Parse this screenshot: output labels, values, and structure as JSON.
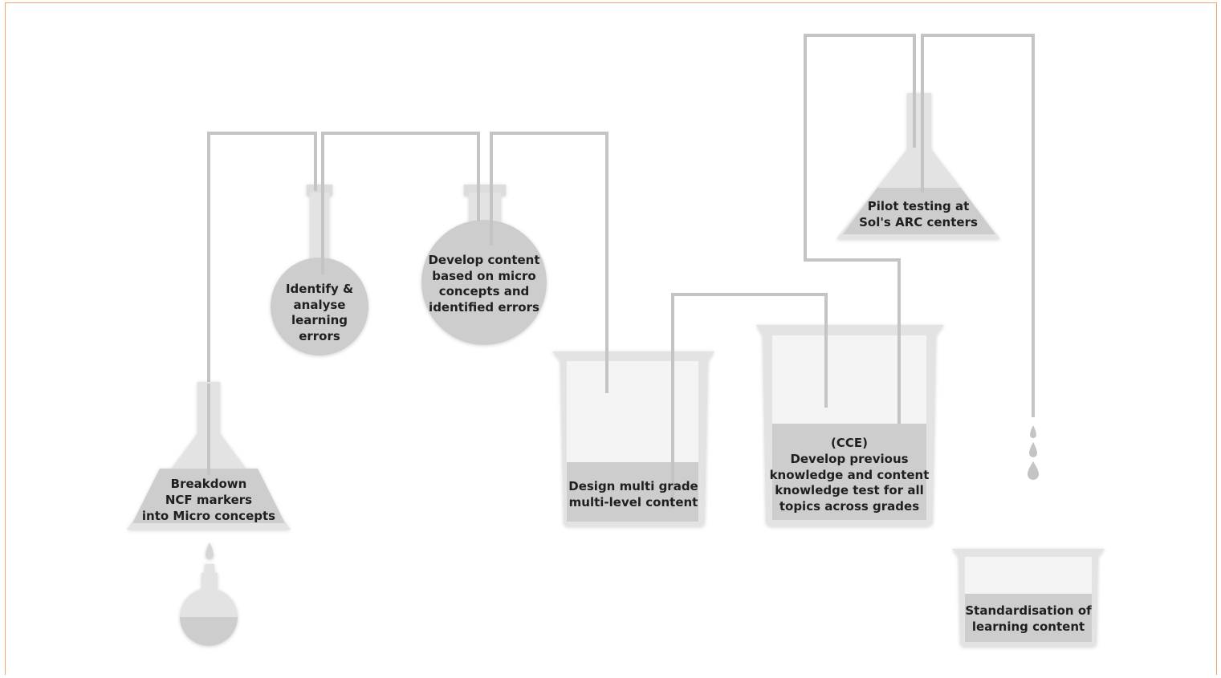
{
  "colors": {
    "border": "#f2a56a",
    "glass": "#e3e3e3",
    "liquid": "#cdcdcd",
    "pipe": "#c4c4c4",
    "text": "#1f1f1f"
  },
  "steps": {
    "breakdown": [
      "Breakdown",
      "NCF markers",
      "into Micro concepts"
    ],
    "identify": [
      "Identify &",
      "analyse",
      "learning",
      "errors"
    ],
    "develop_content": [
      "Develop content",
      "based on micro",
      "concepts and",
      "identified errors"
    ],
    "design": [
      "Design multi grade",
      "multi-level content"
    ],
    "cce": [
      "(CCE)",
      "Develop previous",
      "knowledge and content",
      "knowledge test for all",
      "topics across grades"
    ],
    "pilot": [
      "Pilot testing at",
      "Sol's ARC centers"
    ],
    "standardisation": [
      "Standardisation of",
      "learning content"
    ]
  }
}
